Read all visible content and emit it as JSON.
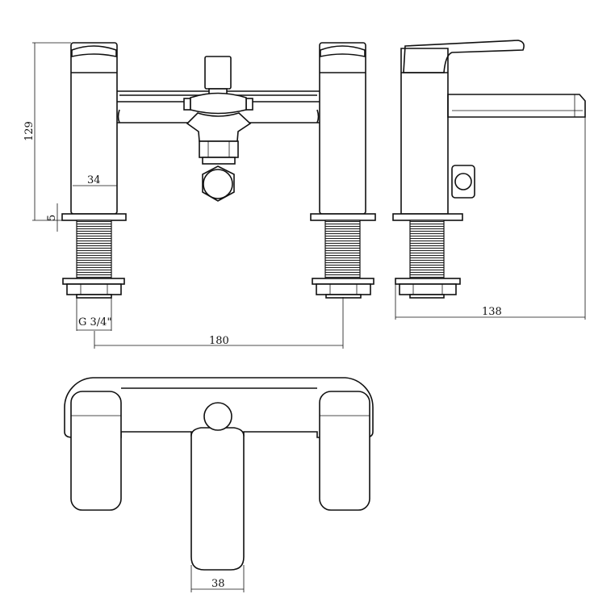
{
  "title": "Bath shower mixer technical drawing",
  "dimensions": {
    "height": "129",
    "pillar_width": "34",
    "plate_thickness": "5",
    "thread": "G 3/4\"",
    "centres": "180",
    "depth": "138",
    "spout_width": "38"
  }
}
